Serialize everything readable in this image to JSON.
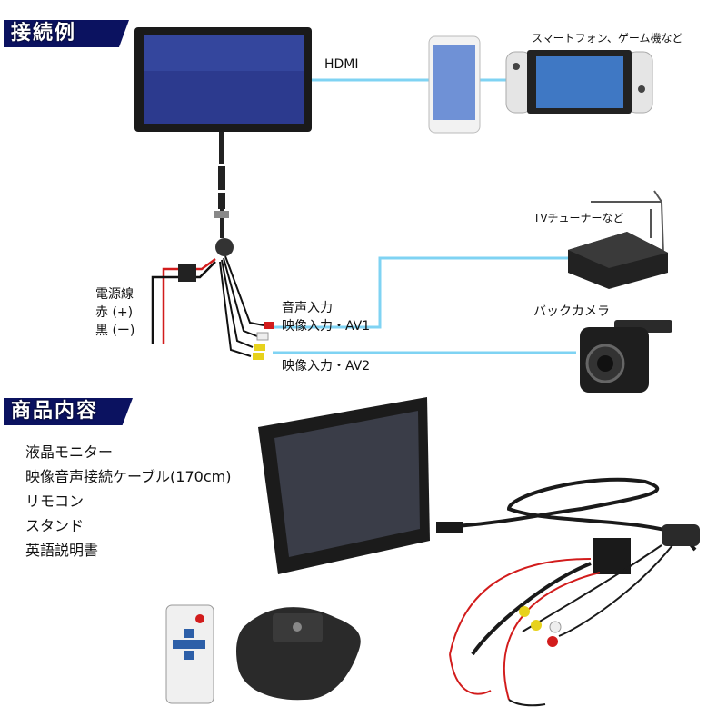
{
  "connection": {
    "heading": "接続例",
    "hdmi_label": "HDMI",
    "smartphone_label": "スマートフォン、ゲーム機など",
    "tv_tuner_label": "TVチューナーなど",
    "back_camera_label": "バックカメラ",
    "power_label_1": "電源線",
    "power_label_2": "赤 (+)",
    "power_label_3": "黒 (ー)",
    "audio_in_label": "音声入力",
    "video_in_1_label": "映像入力・AV1",
    "video_in_2_label": "映像入力・AV2"
  },
  "contents": {
    "heading": "商品内容",
    "items": [
      "液晶モニター",
      "映像音声接続ケーブル(170cm)",
      "リモコン",
      "スタンド",
      "英語説明書"
    ]
  },
  "colors": {
    "heading_bg": "#0b1260",
    "cable_blue": "#7fd3f3",
    "power_red": "#d21c1c"
  }
}
